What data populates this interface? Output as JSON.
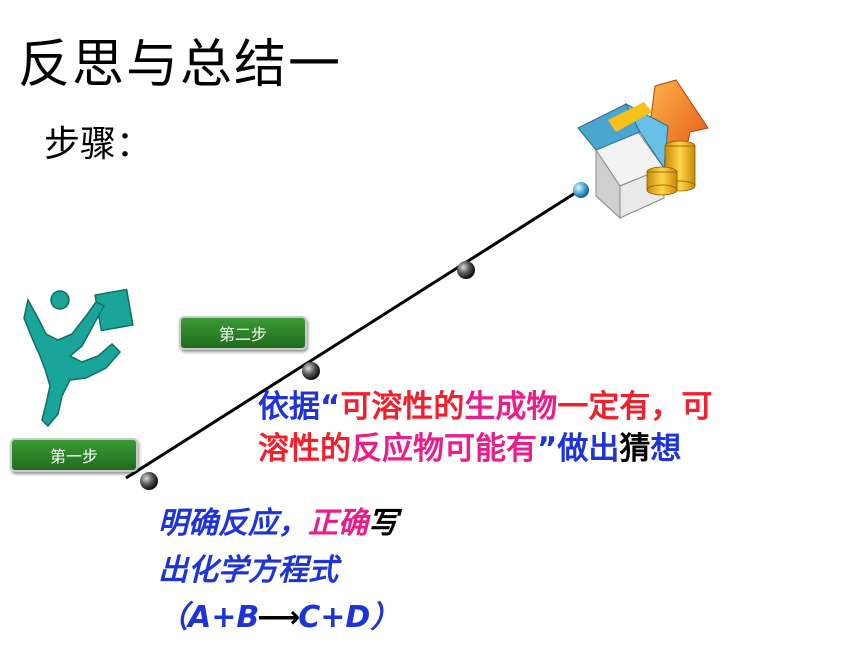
{
  "slide": {
    "title": "反思与总结一",
    "subtitle": "步骤："
  },
  "steps": [
    {
      "label": "第一步"
    },
    {
      "label": "第二步"
    }
  ],
  "step2_text": {
    "line1": [
      "依据",
      "“",
      "可溶性的",
      "生成物",
      "一定有",
      "，",
      "可"
    ],
    "line2": [
      "溶性的",
      "反应物可能有",
      "”",
      "做出",
      "猜",
      "想"
    ]
  },
  "step1_text": {
    "line1": [
      "明确反应",
      "，",
      "正确",
      "写"
    ],
    "line2": "出化学方程式",
    "line3": [
      "（",
      "A+B",
      "⟶",
      "C+D",
      "）"
    ]
  },
  "icons": [
    "jumping-person-icon",
    "house-with-coins-icon",
    "node-ball-icon"
  ],
  "colors": {
    "blue": "#1e33d8",
    "red": "#f0202c",
    "pink": "#ea1e8a",
    "button_green": "#2a8526",
    "silhouette_teal": "#1aa59a"
  }
}
